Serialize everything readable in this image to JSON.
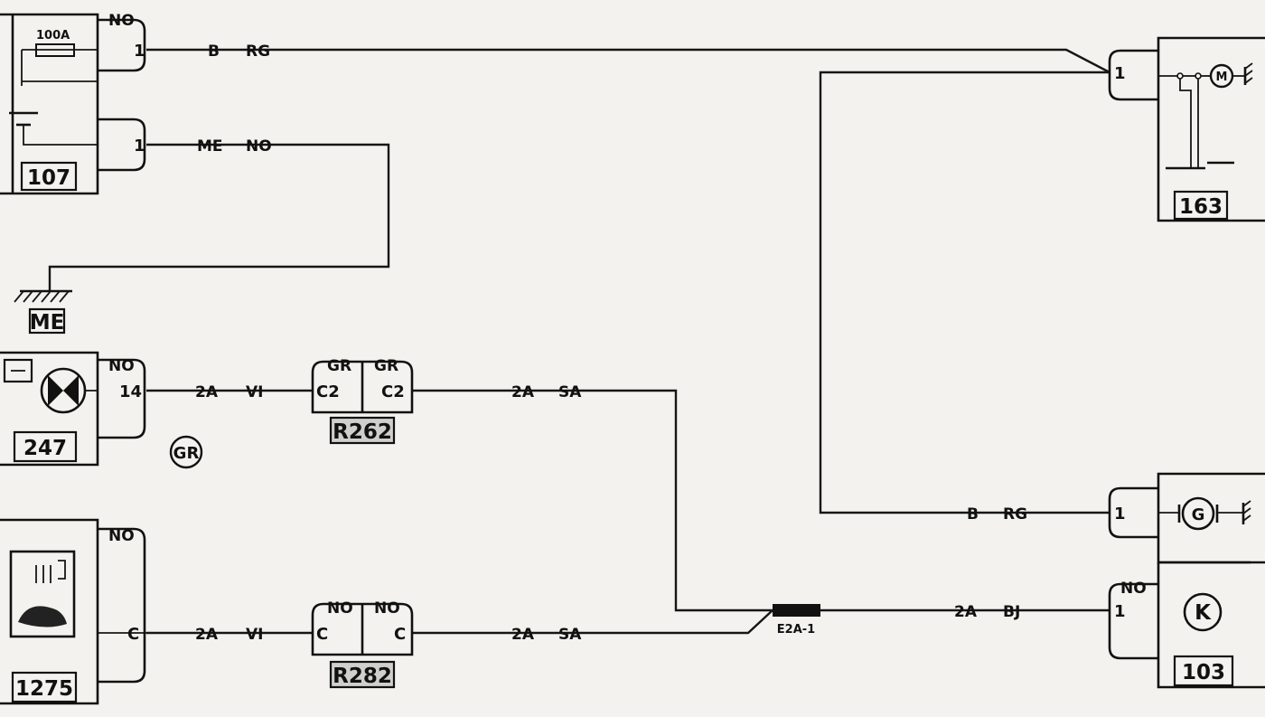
{
  "components": {
    "c107": {
      "id": "107",
      "fuse": "100A",
      "pin_top": "1",
      "pin_bottom": "1",
      "top_wire_color": "NO"
    },
    "c163": {
      "id": "163",
      "pin": "1"
    },
    "ground_me": {
      "label": "ME"
    },
    "c247": {
      "id": "247",
      "pin": "14",
      "wire_color": "NO"
    },
    "gr_marker": {
      "label": "GR"
    },
    "r262": {
      "id": "R262",
      "left_color": "GR",
      "right_color": "GR",
      "left_pin": "C2",
      "right_pin": "C2"
    },
    "c1275": {
      "id": "1275",
      "pin": "C",
      "wire_color": "NO"
    },
    "r282": {
      "id": "R282",
      "left_color": "NO",
      "right_color": "NO",
      "left_pin": "C",
      "right_pin": "C"
    },
    "generator": {
      "pin": "1",
      "symbol": "G"
    },
    "c103": {
      "id": "103",
      "pin": "1",
      "wire_color": "NO",
      "symbol": "K"
    },
    "splice": {
      "label": "E2A-1"
    }
  },
  "wires": {
    "w107_163": [
      "B",
      "RG"
    ],
    "w107_ground": [
      "ME",
      "NO"
    ],
    "w247_r262": [
      "2A",
      "VI"
    ],
    "wr262_splice": [
      "2A",
      "SA"
    ],
    "w1275_r282": [
      "2A",
      "VI"
    ],
    "wr282_splice": [
      "2A",
      "SA"
    ],
    "w163_gen": [
      "B",
      "RG"
    ],
    "wsplice_103": [
      "2A",
      "BJ"
    ]
  },
  "colors": {
    "ink": "#111111",
    "paper": "#f3f2ee"
  }
}
